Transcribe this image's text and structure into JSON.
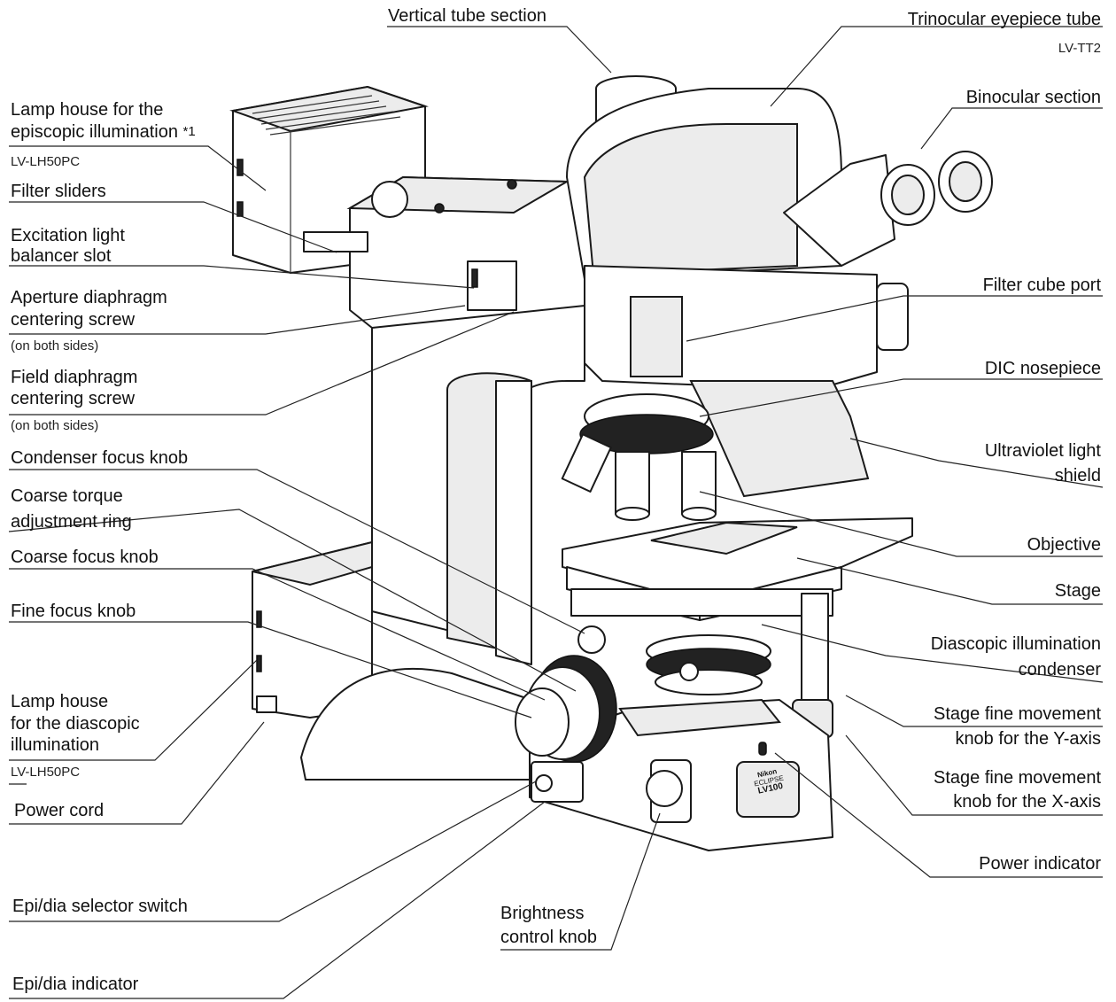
{
  "labels": {
    "vertical_tube": "Vertical tube section",
    "trinocular": "Trinocular eyepiece tube",
    "trinocular_model": "LV-TT2",
    "binocular": "Binocular section",
    "lamp_epi_line1": "Lamp house for the",
    "lamp_epi_line2": "episcopic illumination",
    "lamp_epi_note": "*1",
    "lamp_epi_model": "LV-LH50PC",
    "filter_sliders": "Filter sliders",
    "excitation_line1": "Excitation light",
    "excitation_line2": "balancer slot",
    "aperture_line1": "Aperture diaphragm",
    "aperture_line2": "centering screw",
    "aperture_note": "(on both sides)",
    "field_line1": "Field diaphragm",
    "field_line2": "centering screw",
    "field_note": "(on both sides)",
    "filter_cube": "Filter cube port",
    "dic": "DIC nosepiece",
    "uv_line1": "Ultraviolet light",
    "uv_line2": "shield",
    "condenser_focus": "Condenser focus knob",
    "coarse_torque_line1": "Coarse torque",
    "coarse_torque_line2": "adjustment ring",
    "coarse_focus": "Coarse focus knob",
    "fine_focus": "Fine focus knob",
    "objective": "Objective",
    "stage": "Stage",
    "dia_condenser_line1": "Diascopic illumination",
    "dia_condenser_line2": "condenser",
    "lamp_dia_line1": "Lamp house",
    "lamp_dia_line2": "for the diascopic",
    "lamp_dia_line3": "illumination",
    "lamp_dia_model": "LV-LH50PC",
    "stage_y_line1": "Stage fine movement",
    "stage_y_line2": "knob for the Y-axis",
    "stage_x_line1": "Stage fine movement",
    "stage_x_line2": "knob for the X-axis",
    "power_cord": "Power cord",
    "power_indicator": "Power indicator",
    "epi_dia_switch": "Epi/dia selector switch",
    "brightness_line1": "Brightness",
    "brightness_line2": "control knob",
    "epi_dia_indicator": "Epi/dia indicator"
  },
  "badge": {
    "brand": "Nikon",
    "series": "ECLIPSE",
    "model": "LV100"
  }
}
